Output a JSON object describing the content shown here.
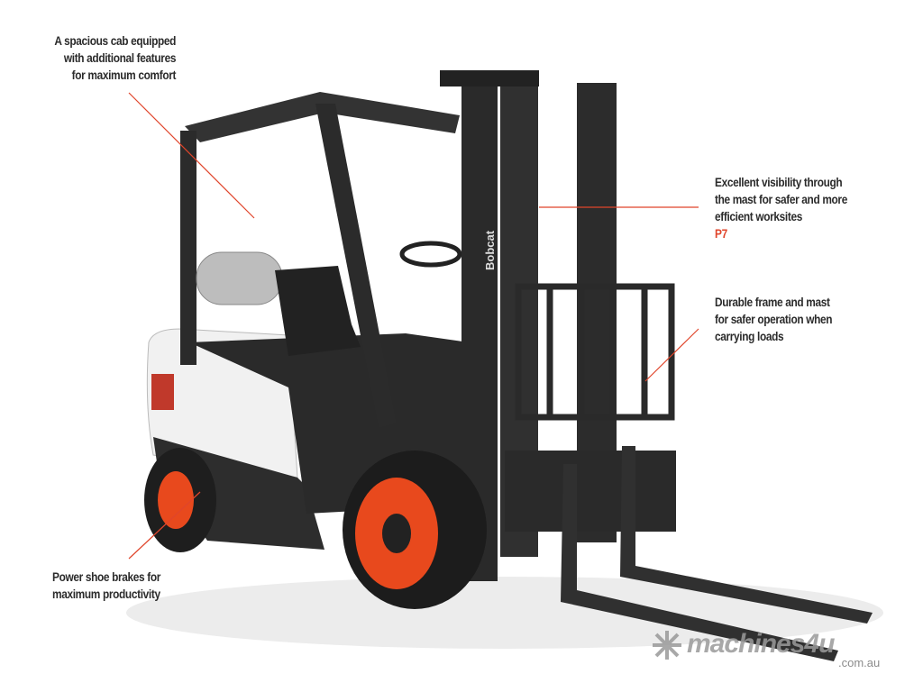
{
  "callouts": {
    "cab": {
      "lines": [
        "A spacious cab equipped",
        "with additional features",
        "for maximum comfort"
      ]
    },
    "visibility": {
      "lines": [
        "Excellent visibility through",
        "the mast for safer and more",
        "efficient worksites"
      ],
      "code": "P7"
    },
    "frame": {
      "lines": [
        "Durable frame and mast",
        "for safer operation when",
        "carrying loads"
      ]
    },
    "brakes": {
      "lines": [
        "Power shoe brakes for",
        "maximum productivity"
      ]
    }
  },
  "product": {
    "brand_decal": "Bobcat"
  },
  "watermark": {
    "name": "machines4u",
    "domain": ".com.au"
  },
  "colors": {
    "accent": "#e0452b",
    "body": "#2a2a2a",
    "wheel": "#e8491d",
    "panel": "#f2f2f2"
  }
}
